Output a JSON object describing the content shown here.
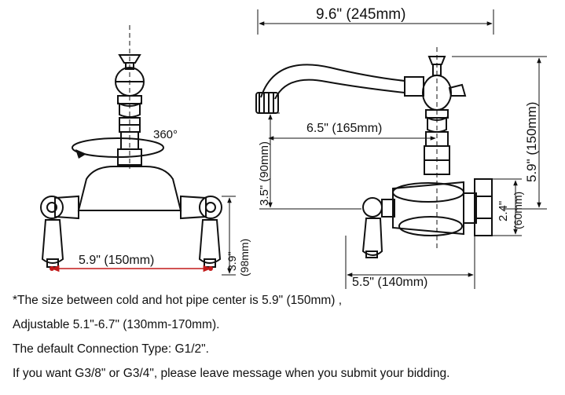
{
  "dimensions": {
    "total_length": "9.6\" (245mm)",
    "spout_reach": "6.5\" (165mm)",
    "spout_height": "3.5\" (90mm)",
    "total_height": "5.9\" (150mm)",
    "base_height_in": "2.4\"",
    "base_height_mm": "(60mm)",
    "wall_depth": "5.5\" (140mm)",
    "handle_height_in": "3.9\"",
    "handle_height_mm": "(98mm)",
    "center_distance": "5.9\" (150mm)",
    "rotation": "360°"
  },
  "notes": [
    "*The size between cold and hot pipe center is 5.9\" (150mm) ,",
    "Adjustable 5.1\"-6.7\" (130mm-170mm).",
    "The default Connection Type: G1/2\".",
    "If you want G3/8\" or G3/4\", please leave message when you submit your bidding."
  ]
}
